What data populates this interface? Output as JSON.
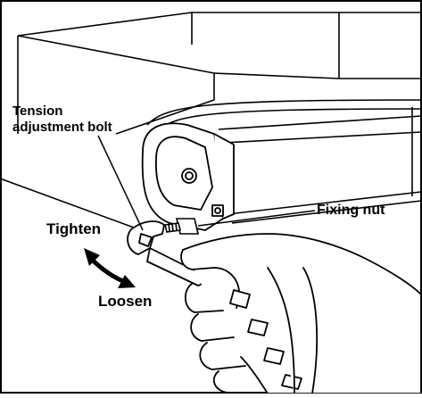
{
  "labels": {
    "tension_line1": "Tension",
    "tension_line2": "adjustment bolt",
    "fixing_nut": "Fixing nut",
    "tighten": "Tighten",
    "loosen": "Loosen"
  },
  "colors": {
    "line": "#000000",
    "background": "#ffffff"
  }
}
